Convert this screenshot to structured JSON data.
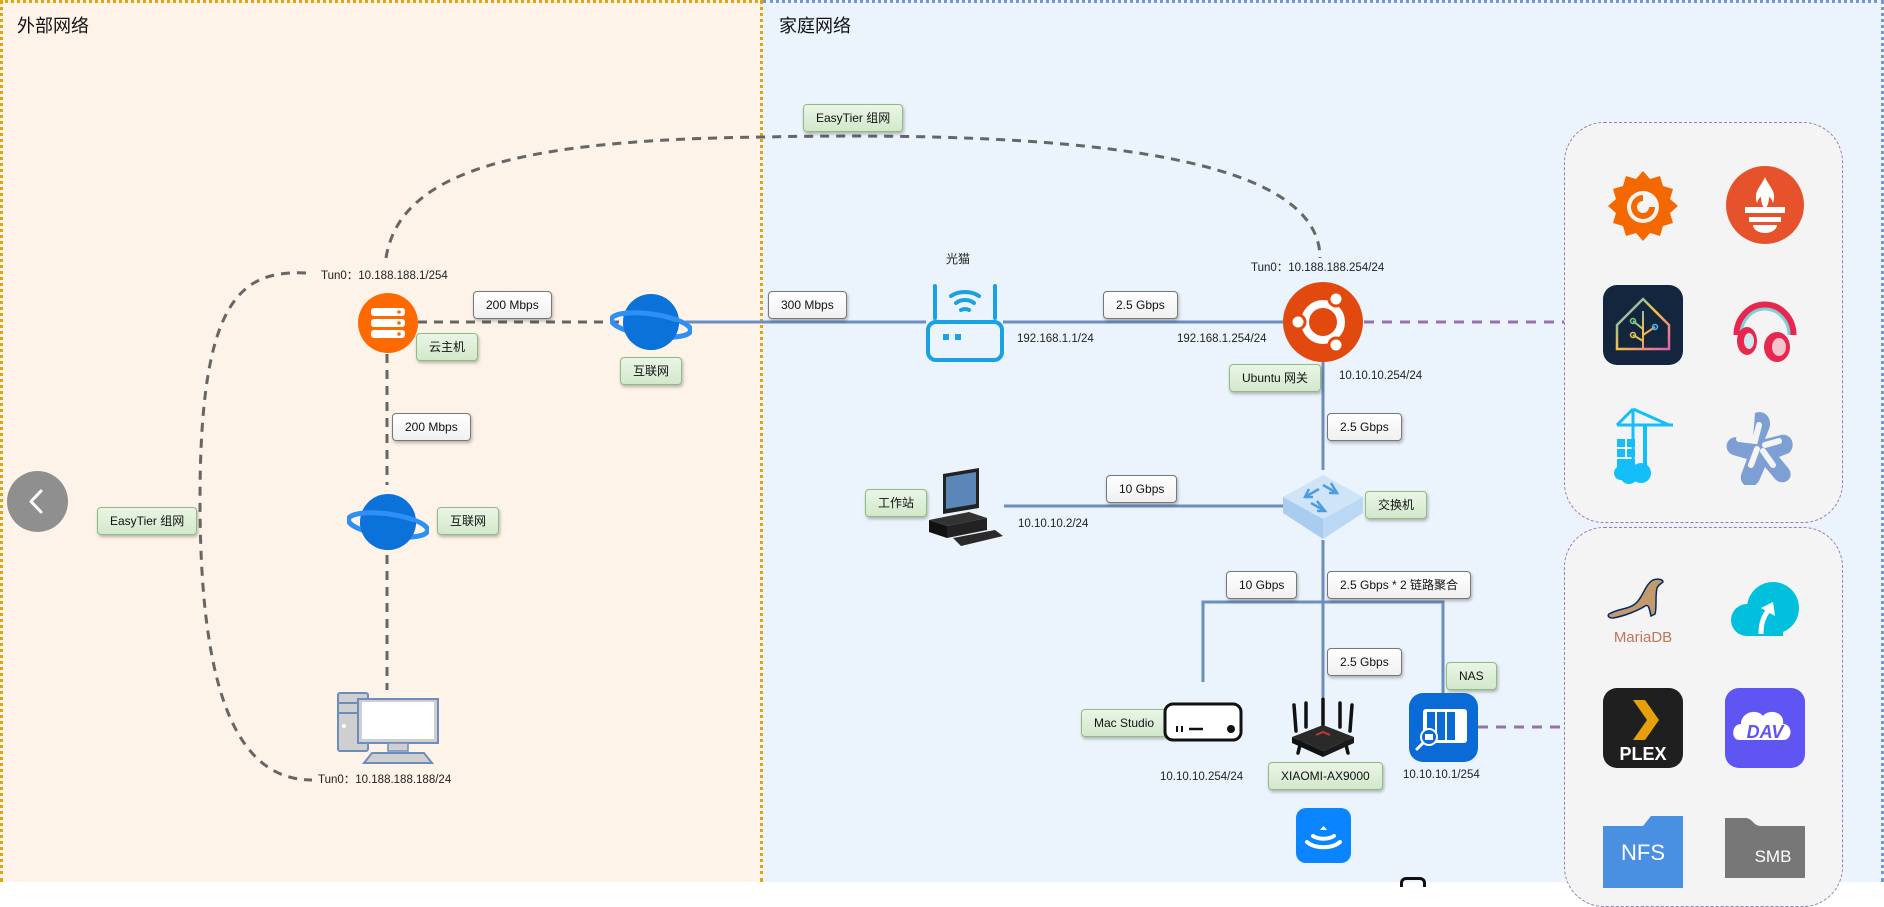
{
  "zones": {
    "external": {
      "title": "外部网络",
      "border_color": "#e0a413",
      "bg_color": "#fef3e8"
    },
    "home": {
      "title": "家庭网络",
      "border_color": "#7496d2",
      "bg_color": "#ebf3fc"
    }
  },
  "nav": {
    "back_icon": "chevron-left-icon"
  },
  "nodes": {
    "cloud_host": {
      "label": "云主机",
      "tun_ip": "Tun0：10.188.188.1/254",
      "icon": "server-icon",
      "color": "#ff6a00"
    },
    "internet_top": {
      "label": "互联网",
      "icon": "planet-icon"
    },
    "internet_left": {
      "label": "互联网",
      "icon": "planet-icon"
    },
    "remote_pc": {
      "tun_ip": "Tun0：10.188.188.188/24",
      "icon": "desktop-pc-icon"
    },
    "modem": {
      "label": "光猫",
      "ip": "192.168.1.1/24",
      "icon": "wifi-router-icon"
    },
    "ubuntu_gateway": {
      "label": "Ubuntu 网关",
      "tun_ip": "Tun0：10.188.188.254/24",
      "wan_ip": "192.168.1.254/24",
      "lan_ip": "10.10.10.254/24",
      "icon": "ubuntu-icon",
      "color": "#e2490f"
    },
    "switch": {
      "label": "交换机",
      "icon": "switch-icon"
    },
    "workstation": {
      "label": "工作站",
      "ip": "10.10.10.2/24",
      "icon": "workstation-icon"
    },
    "mac_studio": {
      "label": "Mac Studio",
      "ip": "10.10.10.254/24",
      "icon": "mac-studio-icon"
    },
    "router": {
      "label": "XIAOMI-AX9000",
      "icon": "router-icon"
    },
    "nas": {
      "label": "NAS",
      "ip": "10.10.10.1/254",
      "icon": "nas-icon"
    },
    "wifi_ap": {
      "icon": "wifi-app-icon"
    }
  },
  "links": {
    "easytier_top": "EasyTier 组网",
    "easytier_left": "EasyTier 组网",
    "cloud_to_internet": "200 Mbps",
    "cloud_to_internet_left": "200 Mbps",
    "internet_to_modem": "300 Mbps",
    "modem_to_ubuntu": "2.5 Gbps",
    "ubuntu_to_switch": "2.5 Gbps",
    "workstation_to_switch": "10 Gbps",
    "switch_to_mac": "10 Gbps",
    "switch_to_nas": "2.5 Gbps * 2 链路聚合",
    "switch_to_router": "2.5 Gbps"
  },
  "services": {
    "group1": [
      "Grafana",
      "Prometheus",
      "Home Assistant",
      "Music Player",
      "Portainer",
      "Webhook"
    ],
    "group2": [
      "MariaDB",
      "Cloud Sync",
      "PLEX",
      "DAV",
      "NFS",
      "SMB"
    ],
    "labels": {
      "mariadb": "MariaDB",
      "plex": "PLEX",
      "dav": "DAV",
      "nfs": "NFS",
      "smb": "SMB"
    }
  },
  "colors": {
    "wire": "#6c8ebf",
    "tunnel": "#666666",
    "service_link": "#9673a6"
  }
}
